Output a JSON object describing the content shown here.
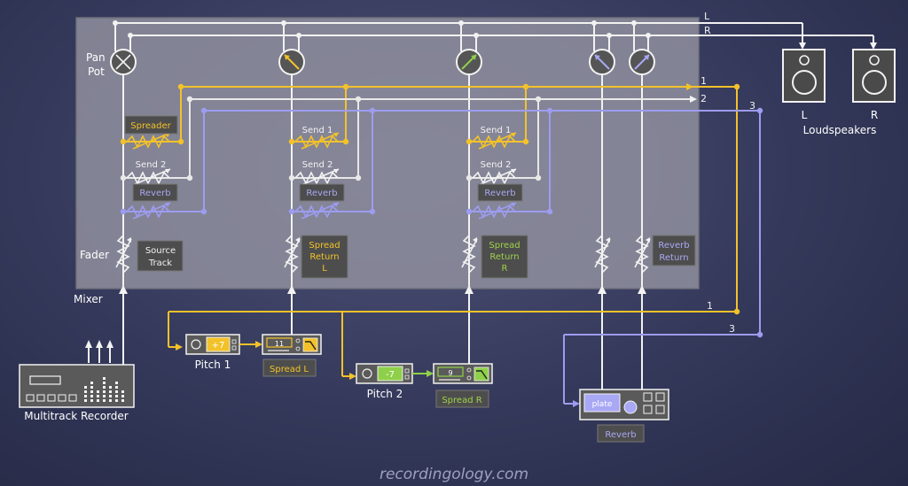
{
  "labels": {
    "bus_l": "L",
    "bus_r": "R",
    "bus_1": "1",
    "bus_2": "2",
    "bus_3": "3",
    "bus_1_lower": "1",
    "bus_3_lower": "3",
    "pan_pot": [
      "Pan",
      "Pot"
    ],
    "fader": "Fader",
    "mixer": "Mixer",
    "spreader": "Spreader",
    "send1": "Send 1",
    "send2": "Send 2",
    "reverb": "Reverb",
    "source_track": [
      "Source",
      "Track"
    ],
    "spread_return_l": [
      "Spread",
      "Return",
      "L"
    ],
    "spread_return_r": [
      "Spread",
      "Return",
      "R"
    ],
    "reverb_return": [
      "Reverb",
      "Return"
    ],
    "speaker_l": "L",
    "speaker_r": "R",
    "loudspeakers": "Loudspeakers",
    "pitch1": "Pitch 1",
    "pitch1_value": "+7",
    "pitch2": "Pitch 2",
    "pitch2_value": "-7",
    "spread_l_display": "11",
    "spread_l": "Spread L",
    "spread_r_display": "9",
    "spread_r": "Spread R",
    "plate_display": "plate",
    "reverb_unit": "Reverb",
    "multitrack_recorder": "Multitrack Recorder",
    "watermark": "recordingology.com"
  },
  "colors": {
    "white_line": "#f2f2f2",
    "bus1_yellow": "#f3c22a",
    "bus3_purple": "#9d9cf0",
    "bus2_white": "#e8e8e8",
    "mixer_fill": "#8f8f9e",
    "spread_return_text": "#f3c22a",
    "spread_return_r_text": "#9fd24a",
    "reverb_text": "#a9a8f5"
  },
  "icons": [
    "pan-pot-knob-icon",
    "fader-icon",
    "speaker-icon",
    "arrow-icon",
    "multitrack-recorder-icon"
  ]
}
